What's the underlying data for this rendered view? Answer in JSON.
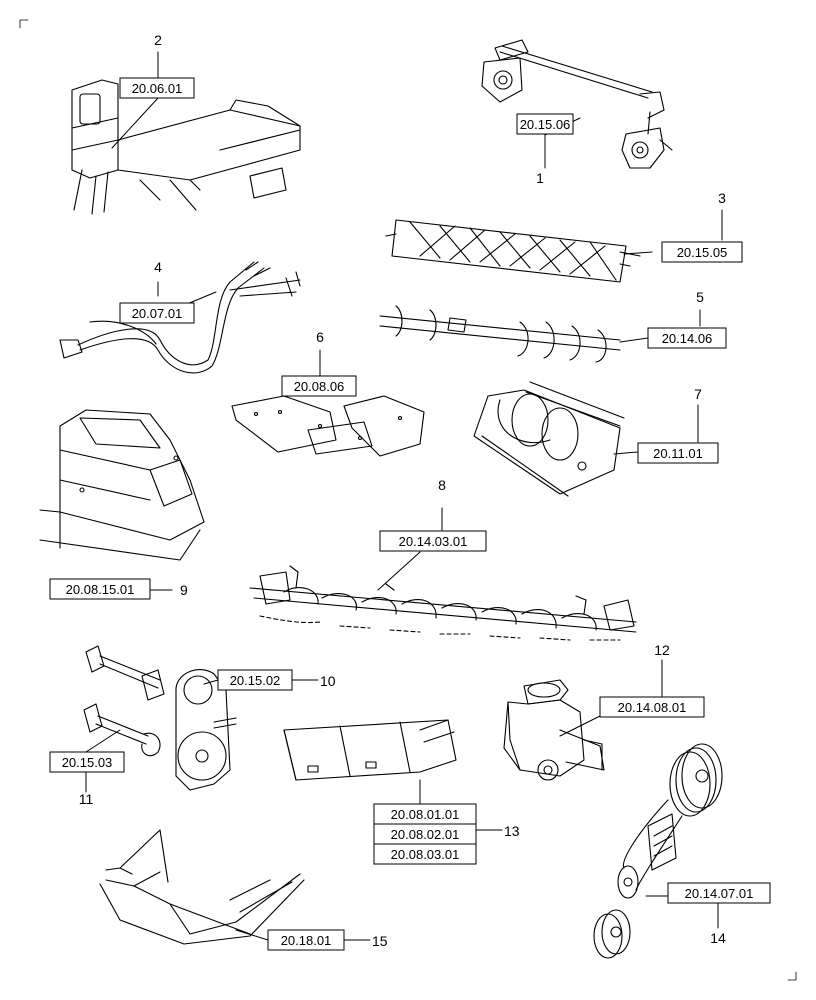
{
  "diagram": {
    "callouts": [
      {
        "id": "c1",
        "number": "1",
        "ref": "20.15.06"
      },
      {
        "id": "c2",
        "number": "2",
        "ref": "20.06.01"
      },
      {
        "id": "c3",
        "number": "3",
        "ref": "20.15.05"
      },
      {
        "id": "c4",
        "number": "4",
        "ref": "20.07.01"
      },
      {
        "id": "c5",
        "number": "5",
        "ref": "20.14.06"
      },
      {
        "id": "c6",
        "number": "6",
        "ref": "20.08.06"
      },
      {
        "id": "c7",
        "number": "7",
        "ref": "20.11.01"
      },
      {
        "id": "c8",
        "number": "8",
        "ref": "20.14.03.01"
      },
      {
        "id": "c9",
        "number": "9",
        "ref": "20.08.15.01"
      },
      {
        "id": "c10",
        "number": "10",
        "ref": "20.15.02"
      },
      {
        "id": "c11",
        "number": "11",
        "ref": "20.15.03"
      },
      {
        "id": "c12",
        "number": "12",
        "ref": "20.14.08.01"
      },
      {
        "id": "c13",
        "number": "13",
        "refs": [
          "20.08.01.01",
          "20.08.02.01",
          "20.08.03.01"
        ]
      },
      {
        "id": "c14",
        "number": "14",
        "ref": "20.14.07.01"
      },
      {
        "id": "c15",
        "number": "15",
        "ref": "20.18.01"
      }
    ]
  }
}
